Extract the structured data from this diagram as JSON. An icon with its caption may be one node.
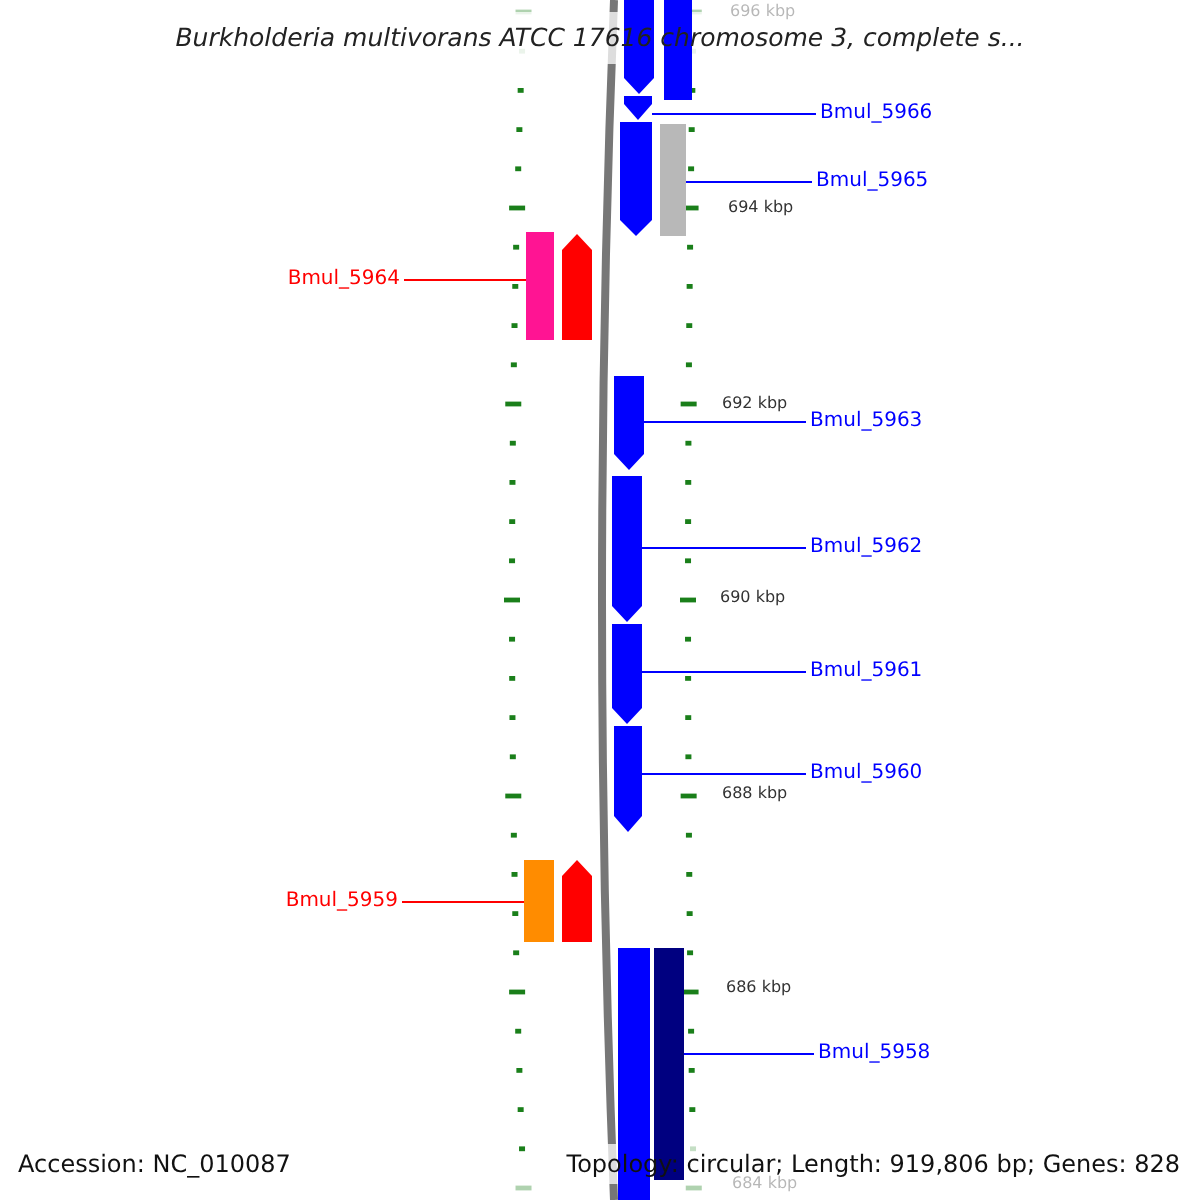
{
  "diagram": {
    "title": "Burkholderia multivorans ATCC 17616 chromosome 3, complete s...",
    "nodes": [
      {
        "text": [
          "Bmul_5966"
        ]
      },
      {
        "text": [
          "Bmul_5965"
        ]
      },
      {
        "text": [
          "Bmul_5964"
        ]
      },
      {
        "text": [
          "Bmul_5963"
        ]
      },
      {
        "text": [
          "Bmul_5962"
        ]
      },
      {
        "text": [
          "Bmul_5961"
        ]
      },
      {
        "text": [
          "Bmul_5960"
        ]
      },
      {
        "text": [
          "Bmul_5959"
        ]
      },
      {
        "text": [
          "Bmul_5958"
        ]
      },
      {
        "text": [],
        "shape": "arrow"
      },
      {
        "text": [],
        "shape": "bar"
      },
      {
        "text": [],
        "shape": "arrow"
      },
      {
        "text": [],
        "shape": "arrow"
      },
      {
        "text": [],
        "shape": "bar"
      },
      {
        "text": [],
        "shape": "bar"
      },
      {
        "text": [],
        "shape": "arrow"
      },
      {
        "text": [],
        "shape": "arrow"
      },
      {
        "text": [],
        "shape": "arrow"
      },
      {
        "text": [],
        "shape": "arrow"
      },
      {
        "text": [],
        "shape": "arrow"
      },
      {
        "text": [],
        "shape": "bar"
      },
      {
        "text": [],
        "shape": "arrow"
      },
      {
        "text": [],
        "shape": "bar"
      },
      {
        "text": [],
        "shape": "bar"
      }
    ],
    "edges": [
      {
        "from": 0,
        "to": 11,
        "arrow": "none"
      },
      {
        "from": 1,
        "to": 13,
        "arrow": "none"
      },
      {
        "from": 2,
        "to": 14,
        "arrow": "none",
        "color": "#ff0000"
      },
      {
        "from": 3,
        "to": 16,
        "arrow": "none"
      },
      {
        "from": 4,
        "to": 17,
        "arrow": "none"
      },
      {
        "from": 5,
        "to": 18,
        "arrow": "none"
      },
      {
        "from": 6,
        "to": 19,
        "arrow": "none"
      },
      {
        "from": 7,
        "to": 20,
        "arrow": "none",
        "color": "#ff0000"
      },
      {
        "from": 8,
        "to": 23,
        "arrow": "none"
      }
    ],
    "labels": [
      "696 kbp",
      "694 kbp",
      "692 kbp",
      "690 kbp",
      "688 kbp",
      "686 kbp",
      "684 kbp",
      "Accession: NC_010087",
      "Topology: circular; Length: 919,806 bp; Genes: 828"
    ]
  }
}
